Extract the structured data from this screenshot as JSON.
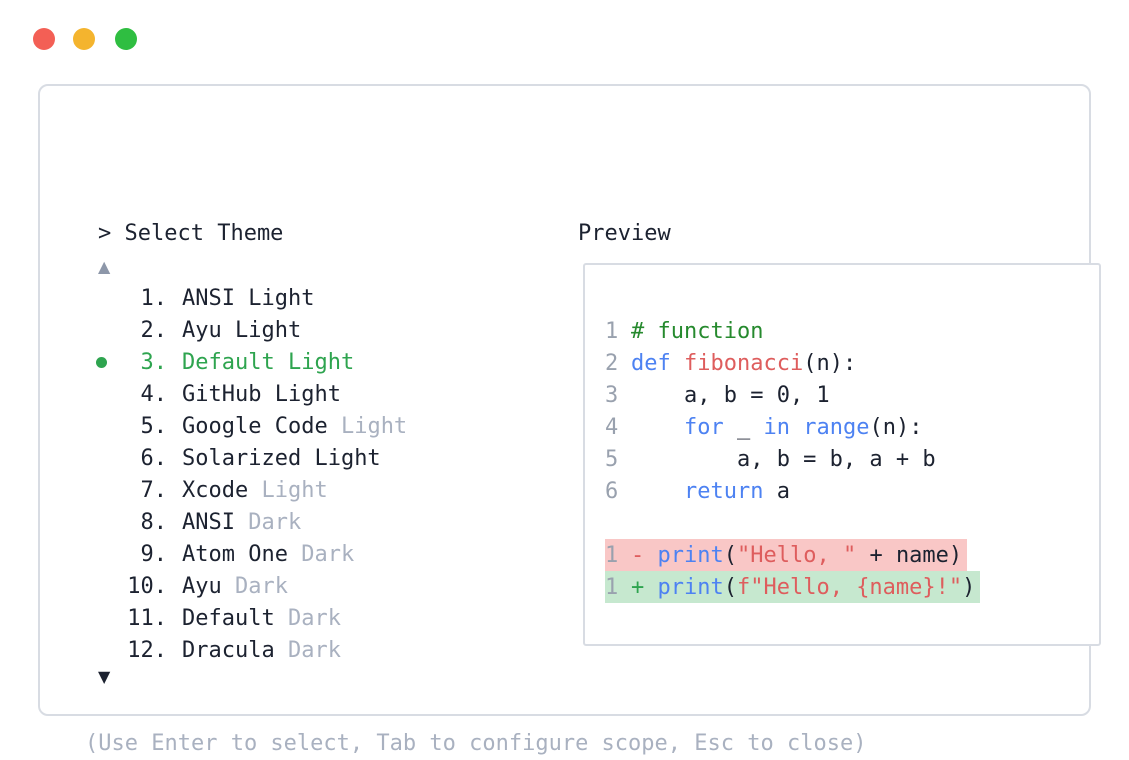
{
  "window_controls": {
    "close_color": "#f35f55",
    "minimize_color": "#f4b42e",
    "maximize_color": "#2fbe41"
  },
  "theme_picker": {
    "title": "> Select Theme",
    "scroll_up": "▲",
    "scroll_down": "▼",
    "items": [
      {
        "number": "1.",
        "name": "ANSI",
        "variant": "Light",
        "muted": false,
        "selected": false
      },
      {
        "number": "2.",
        "name": "Ayu",
        "variant": "Light",
        "muted": false,
        "selected": false
      },
      {
        "number": "3.",
        "name": "Default",
        "variant": "Light",
        "muted": false,
        "selected": true
      },
      {
        "number": "4.",
        "name": "GitHub",
        "variant": "Light",
        "muted": false,
        "selected": false
      },
      {
        "number": "5.",
        "name": "Google Code",
        "variant": "Light",
        "muted": true,
        "selected": false
      },
      {
        "number": "6.",
        "name": "Solarized",
        "variant": "Light",
        "muted": false,
        "selected": false
      },
      {
        "number": "7.",
        "name": "Xcode",
        "variant": "Light",
        "muted": true,
        "selected": false
      },
      {
        "number": "8.",
        "name": "ANSI",
        "variant": "Dark",
        "muted": true,
        "selected": false
      },
      {
        "number": "9.",
        "name": "Atom One",
        "variant": "Dark",
        "muted": true,
        "selected": false
      },
      {
        "number": "10.",
        "name": "Ayu",
        "variant": "Dark",
        "muted": true,
        "selected": false
      },
      {
        "number": "11.",
        "name": "Default",
        "variant": "Dark",
        "muted": true,
        "selected": false
      },
      {
        "number": "12.",
        "name": "Dracula",
        "variant": "Dark",
        "muted": true,
        "selected": false
      }
    ],
    "footer_hint": "(Use Enter to select, Tab to configure scope, Esc to close)"
  },
  "preview": {
    "label": "Preview",
    "lines": [
      {
        "num": "1",
        "diff": "",
        "tokens": [
          [
            "comment",
            "# function"
          ]
        ]
      },
      {
        "num": "2",
        "diff": "",
        "tokens": [
          [
            "keyword",
            "def"
          ],
          [
            "plain",
            " "
          ],
          [
            "function",
            "fibonacci"
          ],
          [
            "plain",
            "(n):"
          ]
        ]
      },
      {
        "num": "3",
        "diff": "",
        "tokens": [
          [
            "plain",
            "    a, b = 0, 1"
          ]
        ]
      },
      {
        "num": "4",
        "diff": "",
        "tokens": [
          [
            "plain",
            "    "
          ],
          [
            "keyword",
            "for"
          ],
          [
            "plain",
            " _ "
          ],
          [
            "keyword",
            "in"
          ],
          [
            "plain",
            " "
          ],
          [
            "keyword",
            "range"
          ],
          [
            "plain",
            "(n):"
          ]
        ]
      },
      {
        "num": "5",
        "diff": "",
        "tokens": [
          [
            "plain",
            "        a, b = b, a + b"
          ]
        ]
      },
      {
        "num": "6",
        "diff": "",
        "tokens": [
          [
            "plain",
            "    "
          ],
          [
            "keyword",
            "return"
          ],
          [
            "plain",
            " a"
          ]
        ]
      },
      {
        "num": "",
        "diff": "",
        "tokens": []
      },
      {
        "num": "1",
        "diff": "removed",
        "tokens": [
          [
            "removed-marker",
            "- "
          ],
          [
            "keyword",
            "print"
          ],
          [
            "plain",
            "("
          ],
          [
            "string",
            "\"Hello, \""
          ],
          [
            "plain",
            " + name)"
          ]
        ]
      },
      {
        "num": "1",
        "diff": "added",
        "tokens": [
          [
            "added-marker",
            "+ "
          ],
          [
            "keyword",
            "print"
          ],
          [
            "plain",
            "("
          ],
          [
            "string",
            "f\"Hello, {name}!\""
          ],
          [
            "plain",
            ")"
          ]
        ]
      }
    ]
  },
  "colors": {
    "plain": "#1c2230",
    "keyword": "#4d82f2",
    "function": "#de5d5d",
    "string": "#de5d5d",
    "comment": "#268a2e",
    "line_number": "#99a1ae",
    "muted": "#a9b1c0",
    "selected": "#2ea44f",
    "removed_bg": "#f9c7c6",
    "added_bg": "#c6e8cf",
    "removed_marker": "#de5d5d",
    "added_marker": "#2ea44f"
  }
}
